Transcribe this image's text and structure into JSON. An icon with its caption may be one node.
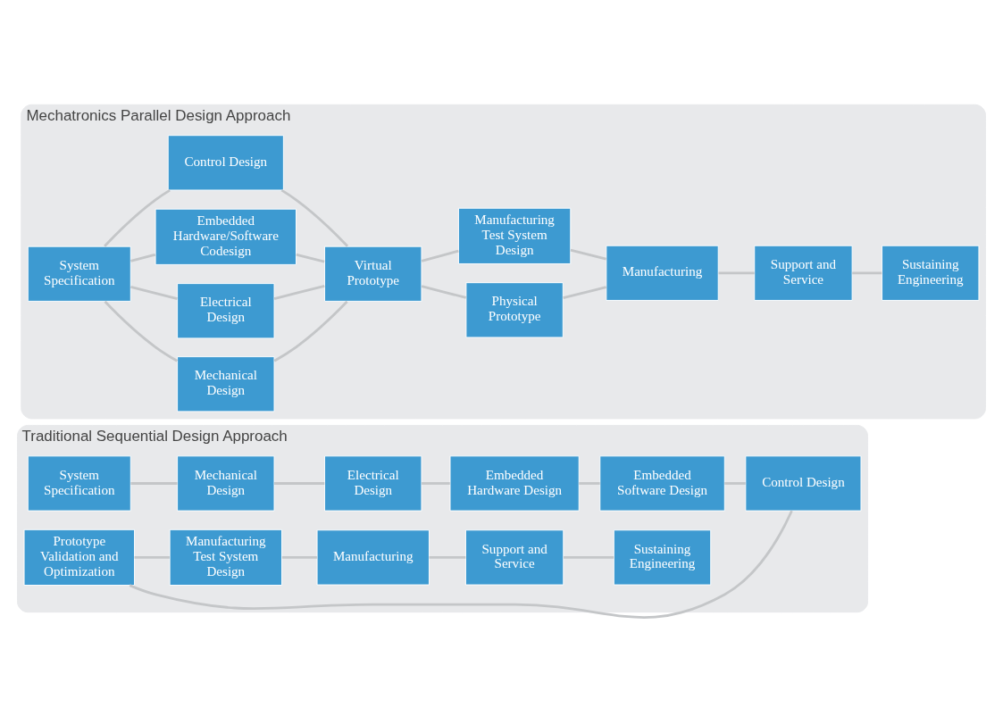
{
  "diagram": {
    "nodes": [
      {
        "text": [
          "Traditional Sequential Design Approach"
        ]
      },
      {
        "text": [
          "System Specification"
        ],
        "in": 0
      },
      {
        "text": [
          "Mechanical Design"
        ],
        "in": 0
      },
      {
        "text": [
          "Electrical Design"
        ],
        "in": 0
      },
      {
        "text": [
          "Embedded Hardware Design"
        ],
        "in": 0
      },
      {
        "text": [
          "Embedded Software Design"
        ],
        "in": 0
      },
      {
        "text": [
          "Control Design"
        ],
        "in": 0
      },
      {
        "text": [
          "Prototype Validation and Optimization"
        ],
        "in": 0
      },
      {
        "text": [
          "Manufacturing Test System Design"
        ],
        "in": 0
      },
      {
        "text": [
          "Manufacturing"
        ],
        "in": 0
      },
      {
        "text": [
          "Support and Service"
        ],
        "in": 0
      },
      {
        "text": [
          "Sustaining Engineering"
        ],
        "in": 0
      },
      {
        "text": [
          "Mechatronics Parallel Design Approach"
        ]
      },
      {
        "text": [
          "System Specification"
        ],
        "in": 12
      },
      {
        "text": [
          "Mechanical Design"
        ],
        "in": 12
      },
      {
        "text": [
          "Electrical Design"
        ],
        "in": 12
      },
      {
        "text": [
          "Embedded Hardware/Software Codesign"
        ],
        "in": 12
      },
      {
        "text": [
          "Control Design"
        ],
        "in": 12
      },
      {
        "text": [
          "Virtual Prototype"
        ],
        "in": 12
      },
      {
        "text": [
          "Physical Prototype"
        ],
        "in": 12
      },
      {
        "text": [
          "Manufacturing Test System Design"
        ],
        "in": 12
      },
      {
        "text": [
          "Manufacturing"
        ],
        "in": 12
      },
      {
        "text": [
          "Support and Service"
        ],
        "in": 12
      },
      {
        "text": [
          "Sustaining Engineering"
        ],
        "in": 12
      }
    ],
    "edges": [
      {
        "from": 1,
        "to": 2,
        "arrow": "none"
      },
      {
        "from": 2,
        "to": 3,
        "arrow": "none"
      },
      {
        "from": 3,
        "to": 4,
        "arrow": "none"
      },
      {
        "from": 4,
        "to": 5,
        "arrow": "none"
      },
      {
        "from": 5,
        "to": 6,
        "arrow": "none"
      },
      {
        "from": 6,
        "to": 7,
        "arrow": "none"
      },
      {
        "from": 7,
        "to": 8,
        "arrow": "none"
      },
      {
        "from": 8,
        "to": 9,
        "arrow": "none"
      },
      {
        "from": 9,
        "to": 10,
        "arrow": "none"
      },
      {
        "from": 10,
        "to": 11,
        "arrow": "none"
      },
      {
        "from": 13,
        "to": 14,
        "arrow": "none"
      },
      {
        "from": 13,
        "to": 15,
        "arrow": "none"
      },
      {
        "from": 13,
        "to": 16,
        "arrow": "none"
      },
      {
        "from": 13,
        "to": 17,
        "arrow": "none"
      },
      {
        "from": 14,
        "to": 18,
        "arrow": "none"
      },
      {
        "from": 15,
        "to": 18,
        "arrow": "none"
      },
      {
        "from": 16,
        "to": 18,
        "arrow": "none"
      },
      {
        "from": 17,
        "to": 18,
        "arrow": "none"
      },
      {
        "from": 18,
        "to": 19,
        "arrow": "none"
      },
      {
        "from": 18,
        "to": 20,
        "arrow": "none"
      },
      {
        "from": 19,
        "to": 21,
        "arrow": "none"
      },
      {
        "from": 20,
        "to": 21,
        "arrow": "none"
      },
      {
        "from": 21,
        "to": 22,
        "arrow": "none"
      },
      {
        "from": 22,
        "to": 23,
        "arrow": "none"
      }
    ]
  }
}
